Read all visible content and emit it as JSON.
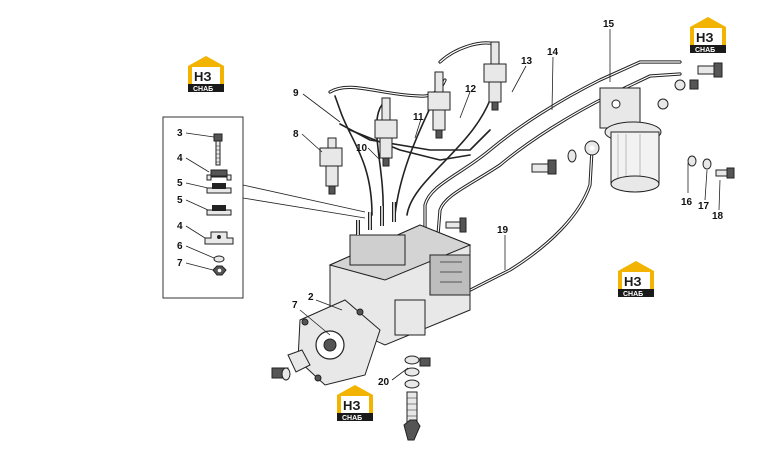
{
  "logo": {
    "mark": "НЗ",
    "caption": "СНАБ",
    "house_color": "#f2b400",
    "bar_color": "#1a1a1a",
    "text_color": "#ffffff"
  },
  "callouts": {
    "c2": "2",
    "c3": "3",
    "c4a": "4",
    "c4b": "4",
    "c5a": "5",
    "c5b": "5",
    "c6": "6",
    "c7a": "7",
    "c7b": "7",
    "c8": "8",
    "c9": "9",
    "c10": "10",
    "c11": "11",
    "c12": "12",
    "c13": "13",
    "c14": "14",
    "c15": "15",
    "c16": "16",
    "c17": "17",
    "c18": "18",
    "c19": "19",
    "c20": "20"
  }
}
